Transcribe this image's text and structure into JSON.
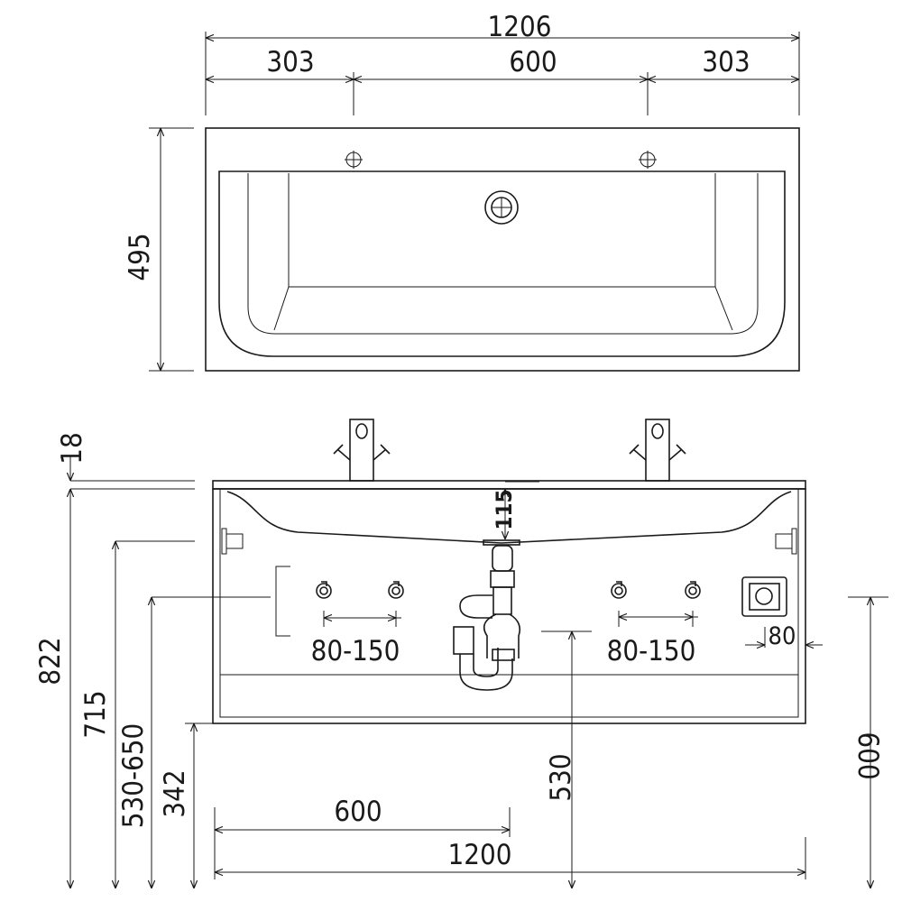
{
  "top_view": {
    "dim_total_width": "1206",
    "dim_left": "303",
    "dim_center": "600",
    "dim_right": "303",
    "dim_depth": "495"
  },
  "front_view": {
    "dim_top_thickness": "18",
    "dim_basin_depth": "115",
    "dim_total_height": "822",
    "dim_mount_height": "715",
    "dim_supply_height": "530-650",
    "dim_cabinet_bottom": "342",
    "dim_valve_spacing_left": "80-150",
    "dim_valve_spacing_right": "80-150",
    "dim_socket_offset": "80",
    "dim_drain_height": "530",
    "dim_socket_height": "600",
    "dim_half_width": "600",
    "dim_cabinet_width": "1200"
  }
}
